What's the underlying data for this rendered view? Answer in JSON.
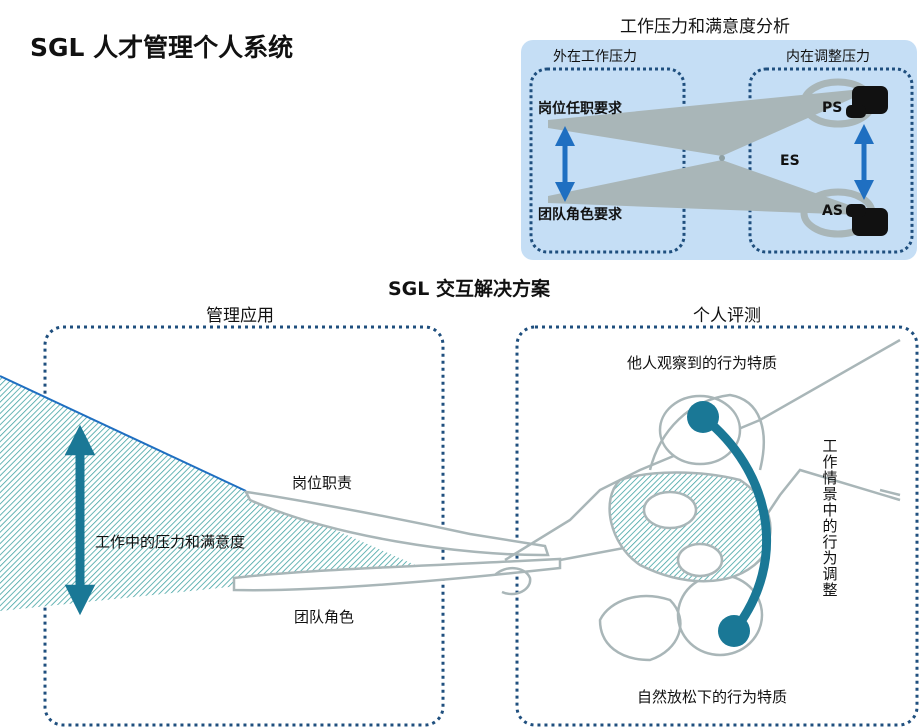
{
  "title": "SGL 人才管理个人系统",
  "top_panel": {
    "title": "工作压力和满意度分析",
    "left_box": {
      "title": "外在工作压力",
      "top_label": "岗位任职要求",
      "bottom_label": "团队角色要求"
    },
    "right_box": {
      "title": "内在调整压力",
      "ps": "PS",
      "es": "ES",
      "as": "AS"
    }
  },
  "section_title": "SGL 交互解决方案",
  "management": {
    "title": "管理应用",
    "arrow_label": "工作中的压力和满意度",
    "upper_blade": "岗位职责",
    "lower_blade": "团队角色"
  },
  "individual": {
    "title": "个人评测",
    "top_label": "他人观察到的行为特质",
    "bottom_label": "自然放松下的行为特质",
    "vertical_label": "工作情景中的行为调整"
  },
  "colors": {
    "panel_bg": "#c5def5",
    "dotted_border": "#1f4f7e",
    "arrow_blue": "#1f6fc1",
    "teal_stroke": "#1a7896",
    "scissor_gray": "#a9b6b8",
    "hatch": "#41a3a3"
  }
}
